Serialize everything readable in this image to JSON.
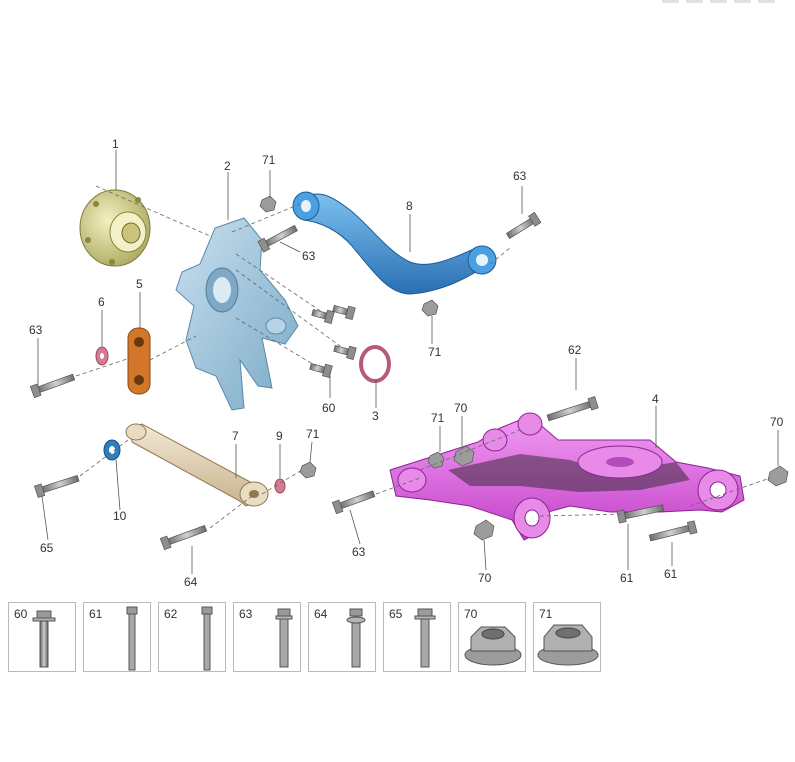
{
  "callouts": {
    "c1": "1",
    "c2": "2",
    "c3": "3",
    "c4": "4",
    "c5": "5",
    "c6": "6",
    "c7": "7",
    "c8": "8",
    "c9": "9",
    "c10": "10",
    "c60": "60",
    "c61a": "61",
    "c61b": "61",
    "c62": "62",
    "c63a": "63",
    "c63b": "63",
    "c63c": "63",
    "c63d": "63",
    "c64": "64",
    "c65": "65",
    "c70a": "70",
    "c70b": "70",
    "c70c": "70",
    "c71a": "71",
    "c71b": "71",
    "c71c": "71",
    "c71d": "71"
  },
  "legend": [
    {
      "num": "60",
      "icon": "flange-bolt-icon"
    },
    {
      "num": "61",
      "icon": "long-bolt-icon"
    },
    {
      "num": "62",
      "icon": "long-bolt-icon"
    },
    {
      "num": "63",
      "icon": "flange-bolt-icon"
    },
    {
      "num": "64",
      "icon": "eccentric-bolt-icon"
    },
    {
      "num": "65",
      "icon": "flange-bolt-icon"
    },
    {
      "num": "70",
      "icon": "flange-nut-icon"
    },
    {
      "num": "71",
      "icon": "flange-nut-icon"
    }
  ],
  "colors": {
    "hub": "#d9d58a",
    "knuckle": "#9cc3dc",
    "upper_arm": "#3d8fd1",
    "lower_arm": "#e060e6",
    "link": "#d2762a",
    "tie_rod": "#e2d2b4",
    "bolt": "#8e8e8e",
    "washer_pink": "#d77a92",
    "washer_blue": "#2e7fc0"
  }
}
